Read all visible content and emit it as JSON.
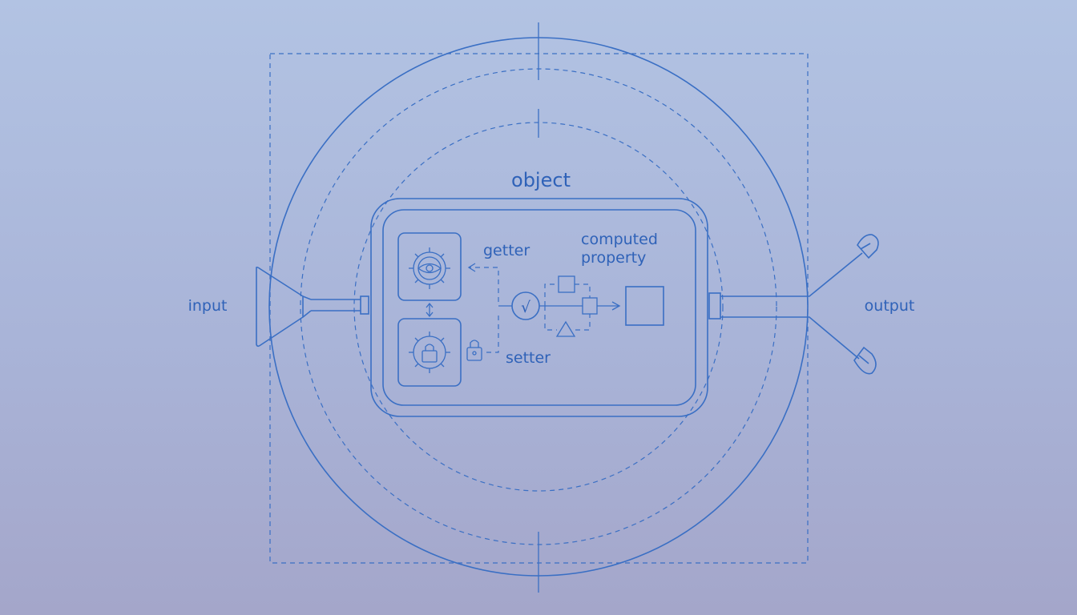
{
  "diagram": {
    "title": "object",
    "labels": {
      "input": "input",
      "output": "output",
      "getter": "getter",
      "setter": "setter",
      "computed_line1": "computed",
      "computed_line2": "property",
      "sqrt_symbol": "√"
    },
    "icons": [
      "gear-eye-icon",
      "gear-lock-icon",
      "lock-icon",
      "funnel-icon",
      "y-connector-icon",
      "square-icon",
      "triangle-icon"
    ],
    "colors": {
      "line": "#3a6fc4",
      "text": "#2f62b8",
      "background_top": "#b2c3e3",
      "background_bottom": "#a4a6ca"
    }
  }
}
